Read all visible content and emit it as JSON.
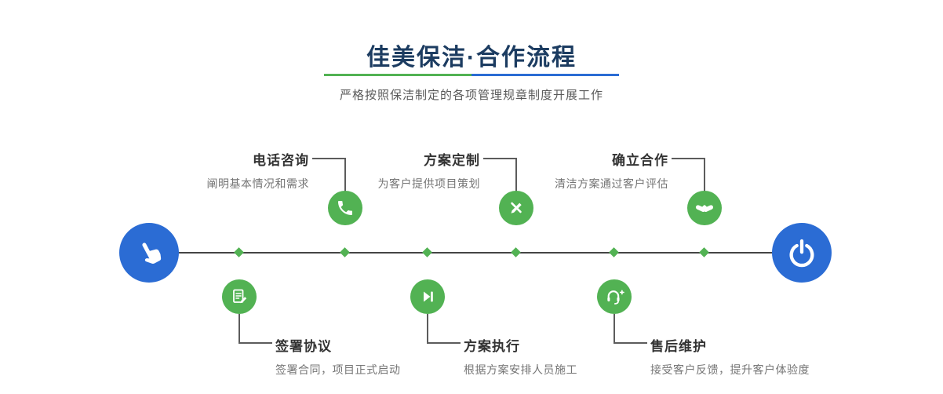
{
  "header": {
    "title": "佳美保洁·合作流程",
    "subtitle": "严格按照保洁制定的各项管理规章制度开展工作"
  },
  "colors": {
    "title_navy": "#1c3c61",
    "accent_green": "#52b253",
    "accent_blue": "#2b6cd4",
    "line_dark": "#454545",
    "text_dark": "#333333",
    "text_muted": "#757575"
  },
  "timeline": {
    "start_node": {
      "icon": "pointing-hand-icon"
    },
    "end_node": {
      "icon": "power-icon"
    },
    "top_steps": [
      {
        "title": "电话咨询",
        "desc": "阐明基本情况和需求",
        "icon": "phone-icon"
      },
      {
        "title": "方案定制",
        "desc": "为客户提供项目策划",
        "icon": "design-tools-icon"
      },
      {
        "title": "确立合作",
        "desc": "清洁方案通过客户评估",
        "icon": "handshake-icon"
      }
    ],
    "bottom_steps": [
      {
        "title": "签署协议",
        "desc": "签署合同，项目正式启动",
        "icon": "contract-icon"
      },
      {
        "title": "方案执行",
        "desc": "根据方案安排人员施工",
        "icon": "play-next-icon"
      },
      {
        "title": "售后维护",
        "desc": "接受客户反馈，提升客户体验度",
        "icon": "headset-icon"
      }
    ]
  }
}
